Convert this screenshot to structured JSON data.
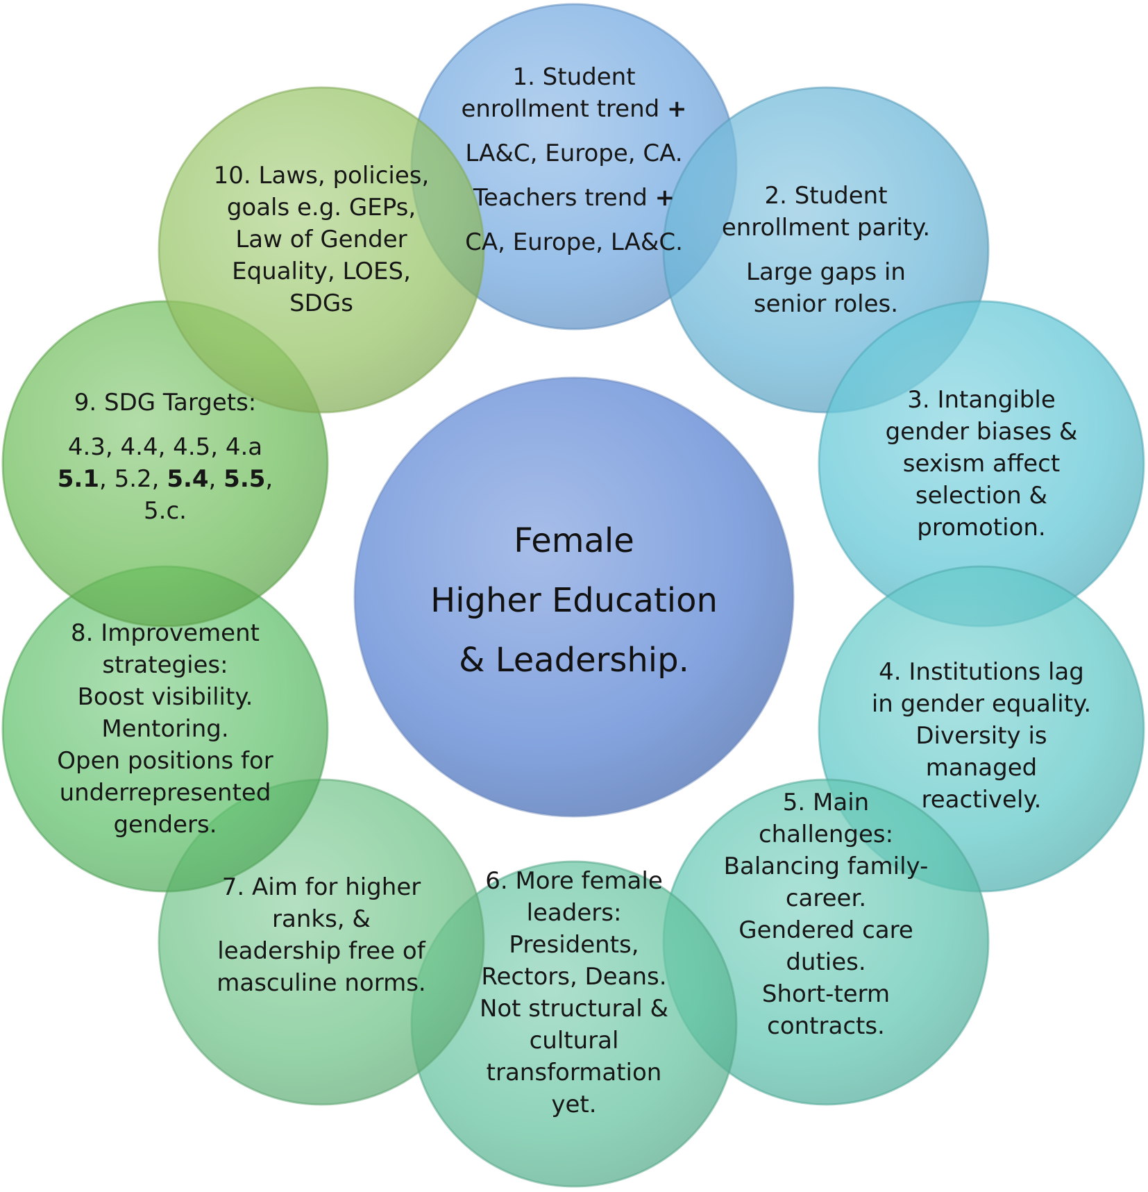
{
  "center": {
    "lines": [
      "Female",
      "Higher Education",
      "& Leadership."
    ]
  },
  "colors": {
    "center": "#7e9fdd",
    "nodes": [
      "#6ea6df",
      "#69b6d8",
      "#5fc6d6",
      "#5ec7c7",
      "#5fc6b1",
      "#63c39f",
      "#6ec387",
      "#5fc06a",
      "#6cbc58",
      "#96c465"
    ]
  },
  "nodes": [
    {
      "id": "1",
      "paragraphs": [
        {
          "lines": [
            [
              {
                "t": "1. Student"
              }
            ],
            [
              {
                "t": "enrollment trend "
              },
              {
                "t": "+",
                "b": true
              }
            ]
          ]
        },
        {
          "lines": [
            [
              {
                "t": "LA&C, Europe, CA."
              }
            ]
          ]
        },
        {
          "lines": [
            [
              {
                "t": "Teachers trend "
              },
              {
                "t": "+",
                "b": true
              }
            ]
          ]
        },
        {
          "lines": [
            [
              {
                "t": "CA, Europe, LA&C."
              }
            ]
          ]
        }
      ]
    },
    {
      "id": "2",
      "paragraphs": [
        {
          "lines": [
            [
              {
                "t": "2. Student"
              }
            ],
            [
              {
                "t": "enrollment parity."
              }
            ]
          ]
        },
        {
          "lines": [
            [
              {
                "t": "Large gaps in"
              }
            ],
            [
              {
                "t": "senior roles."
              }
            ]
          ]
        }
      ]
    },
    {
      "id": "3",
      "paragraphs": [
        {
          "lines": [
            [
              {
                "t": "3. Intangible"
              }
            ],
            [
              {
                "t": "gender biases &"
              }
            ],
            [
              {
                "t": "sexism affect"
              }
            ],
            [
              {
                "t": "selection &"
              }
            ],
            [
              {
                "t": "promotion."
              }
            ]
          ]
        }
      ]
    },
    {
      "id": "4",
      "paragraphs": [
        {
          "lines": [
            [
              {
                "t": "4. Institutions lag"
              }
            ],
            [
              {
                "t": "in gender equality."
              }
            ],
            [
              {
                "t": "Diversity is"
              }
            ],
            [
              {
                "t": "managed"
              }
            ],
            [
              {
                "t": "reactively."
              }
            ]
          ]
        }
      ]
    },
    {
      "id": "5",
      "paragraphs": [
        {
          "lines": [
            [
              {
                "t": "5. Main"
              }
            ],
            [
              {
                "t": "challenges:"
              }
            ],
            [
              {
                "t": "Balancing family-"
              }
            ],
            [
              {
                "t": "career."
              }
            ],
            [
              {
                "t": "Gendered care"
              }
            ],
            [
              {
                "t": "duties."
              }
            ],
            [
              {
                "t": "Short-term"
              }
            ],
            [
              {
                "t": "contracts."
              }
            ]
          ]
        }
      ]
    },
    {
      "id": "6",
      "paragraphs": [
        {
          "lines": [
            [
              {
                "t": "6. More female"
              }
            ],
            [
              {
                "t": "leaders:"
              }
            ],
            [
              {
                "t": "Presidents,"
              }
            ],
            [
              {
                "t": "Rectors, Deans."
              }
            ],
            [
              {
                "t": "Not structural &"
              }
            ],
            [
              {
                "t": "cultural"
              }
            ],
            [
              {
                "t": "transformation"
              }
            ],
            [
              {
                "t": "yet."
              }
            ]
          ]
        }
      ]
    },
    {
      "id": "7",
      "paragraphs": [
        {
          "lines": [
            [
              {
                "t": "7. Aim for higher"
              }
            ],
            [
              {
                "t": "ranks, &"
              }
            ],
            [
              {
                "t": "leadership free of"
              }
            ],
            [
              {
                "t": "masculine norms."
              }
            ]
          ]
        }
      ]
    },
    {
      "id": "8",
      "paragraphs": [
        {
          "lines": [
            [
              {
                "t": "8. Improvement"
              }
            ],
            [
              {
                "t": "strategies:"
              }
            ],
            [
              {
                "t": "Boost visibility."
              }
            ],
            [
              {
                "t": "Mentoring."
              }
            ],
            [
              {
                "t": "Open positions for"
              }
            ],
            [
              {
                "t": "underrepresented"
              }
            ],
            [
              {
                "t": "genders."
              }
            ]
          ]
        }
      ]
    },
    {
      "id": "9",
      "paragraphs": [
        {
          "lines": [
            [
              {
                "t": "9. SDG Targets:"
              }
            ]
          ]
        },
        {
          "lines": [
            [
              {
                "t": "4.3, 4.4, 4.5, 4.a"
              }
            ],
            [
              {
                "t": "5.1",
                "b": true
              },
              {
                "t": ", 5.2, "
              },
              {
                "t": "5.4",
                "b": true
              },
              {
                "t": ", "
              },
              {
                "t": "5.5",
                "b": true
              },
              {
                "t": ","
              }
            ],
            [
              {
                "t": "5.c."
              }
            ]
          ]
        }
      ]
    },
    {
      "id": "10",
      "paragraphs": [
        {
          "lines": [
            [
              {
                "t": "10. Laws, policies,"
              }
            ],
            [
              {
                "t": "goals  e.g. GEPs,"
              }
            ],
            [
              {
                "t": "Law of Gender"
              }
            ],
            [
              {
                "t": "Equality, LOES,"
              }
            ],
            [
              {
                "t": "SDGs"
              }
            ]
          ]
        }
      ]
    }
  ]
}
